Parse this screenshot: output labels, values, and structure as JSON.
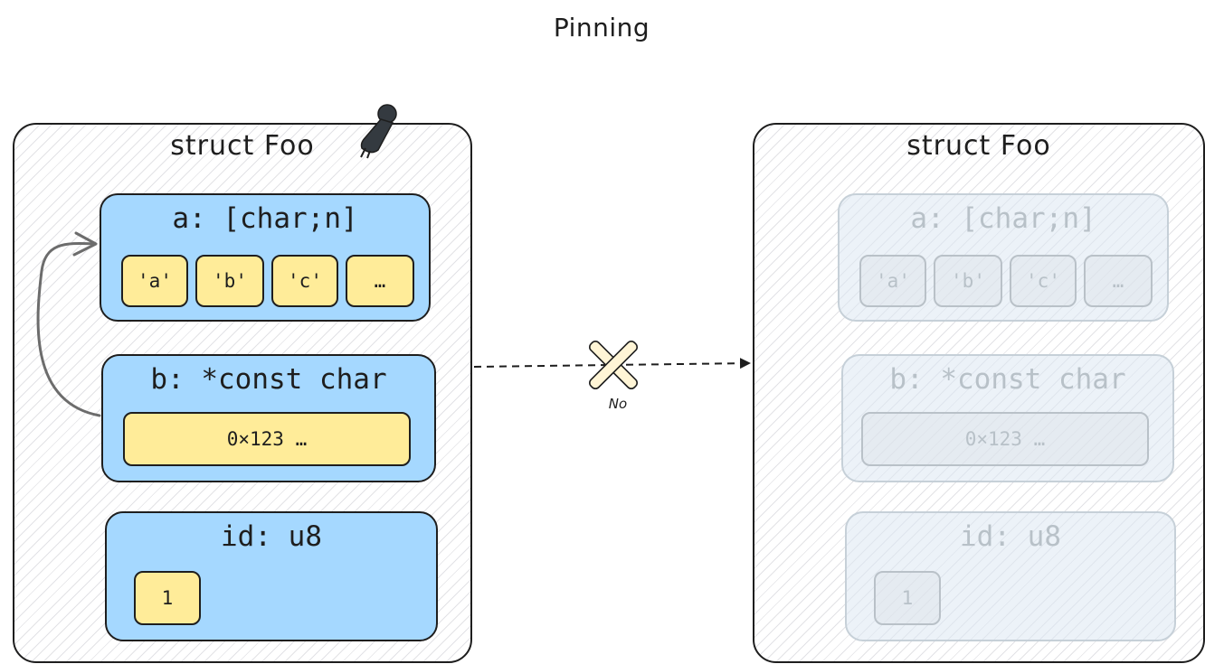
{
  "title": "Pinning",
  "left_struct": {
    "name": "struct Foo",
    "field_a": {
      "label": "a: [char;n]",
      "chips": [
        "'a'",
        "'b'",
        "'c'",
        "…"
      ]
    },
    "field_b": {
      "label": "b: *const char",
      "value": "0×123 …"
    },
    "field_id": {
      "label": "id: u8",
      "value": "1"
    }
  },
  "right_struct": {
    "name": "struct Foo",
    "field_a": {
      "label": "a: [char;n]",
      "chips": [
        "'a'",
        "'b'",
        "'c'",
        "…"
      ]
    },
    "field_b": {
      "label": "b: *const char",
      "value": "0×123 …"
    },
    "field_id": {
      "label": "id: u8",
      "value": "1"
    }
  },
  "move_arrow": {
    "label": "No"
  },
  "icons": {
    "pin": "pushpin-icon",
    "cross": "cross-icon"
  },
  "colors": {
    "field_fill": "#a5d8ff",
    "chip_fill": "#ffec99",
    "stroke": "#1e1e1e",
    "faded_stroke": "#c6d0d8"
  }
}
